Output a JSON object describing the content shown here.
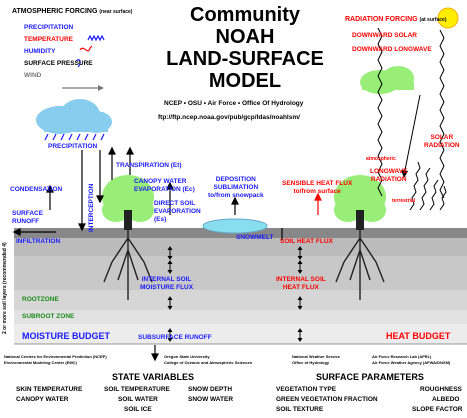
{
  "title": [
    "Community",
    "NOAH",
    "LAND-SURFACE",
    "MODEL"
  ],
  "agencies": "NCEP • OSU • Air Force • Office Of Hydrology",
  "ftp": "ftp://ftp.ncep.noaa.gov/pub/gcp/ldas/noahlsm/",
  "atm_forcing": {
    "title": "ATMOSPHERIC FORCING",
    "note": "(near surface)",
    "items": [
      "PRECIPITATION",
      "TEMPERATURE",
      "HUMIDITY",
      "SURFACE PRESSURE",
      "WIND"
    ]
  },
  "rad_forcing": {
    "title": "RADIATION FORCING",
    "note": "(at surface)",
    "items": [
      "DOWNWARD SOLAR",
      "DOWNWARD LONGWAVE"
    ]
  },
  "left_labels": {
    "precipitation": "PRECIPITATION",
    "condensation": "CONDENSATION",
    "surface_runoff": [
      "SURFACE",
      "RUNOFF"
    ],
    "infiltration": "INFILTRATION",
    "interception": "INTERCEPTION",
    "transpiration": "TRANSPIRATION (Et)",
    "canopy_evap": [
      "CANOPY WATER",
      "EVAPORATION (Ec)"
    ],
    "direct_soil": [
      "DIRECT SOIL",
      "EVAPORATION",
      "(Es)"
    ],
    "deposition": [
      "DEPOSITION",
      "SUBLIMATION",
      "to/from snowpack"
    ],
    "snowmelt": "SNOWMELT",
    "internal_moisture": [
      "INTERNAL SOIL",
      "MOISTURE FLUX"
    ],
    "rootzone": "ROOTZONE",
    "subroot": "SUBROOT ZONE",
    "moisture_budget": "MOISTURE BUDGET",
    "subsurface_runoff": "SUBSURFACE RUNOFF",
    "soil_layers": "2 or more soil layers (recommended 4)"
  },
  "right_labels": {
    "sensible": [
      "SENSIBLE HEAT FLUX",
      "to/from surface"
    ],
    "atmospheric": "atmospheric",
    "longwave": [
      "LONGWAVE",
      "RADIATION"
    ],
    "terrestrial": "terrestrial",
    "solar": [
      "SOLAR",
      "RADIATION"
    ],
    "soil_heat": "SOIL HEAT FLUX",
    "internal_heat": [
      "INTERNAL SOIL",
      "HEAT FLUX"
    ],
    "heat_budget": "HEAT BUDGET"
  },
  "credits": [
    [
      "National Centers for Environmental Prediction (NCEP)",
      "Environmental Modeling Center (EMC)"
    ],
    [
      "Oregon State University",
      "College of Oceanic and Atmospheric Sciences"
    ],
    [
      "National Weather Service",
      "Office of Hydrology"
    ],
    [
      "Air Force Research Lab (AFRL)",
      "Air Force Weather Agency (AFWA/DNXM)"
    ]
  ],
  "state_variables": {
    "title": "STATE VARIABLES",
    "rows": [
      [
        "SKIN TEMPERATURE",
        "SOIL TEMPERATURE",
        "SNOW DEPTH"
      ],
      [
        "CANOPY WATER",
        "SOIL WATER",
        "SNOW WATER"
      ],
      [
        "",
        "SOIL ICE",
        ""
      ]
    ]
  },
  "surface_parameters": {
    "title": "SURFACE PARAMETERS",
    "rows": [
      [
        "VEGETATION TYPE",
        "ROUGHNESS"
      ],
      [
        "GREEN VEGETATION FRACTION",
        "ALBEDO"
      ],
      [
        "SOIL TEXTURE",
        "SLOPE FACTOR"
      ]
    ]
  },
  "colors": {
    "blue": "#1a1aff",
    "red": "#ff0000",
    "green": "#1a8c1a",
    "tree": "#99ee77"
  }
}
